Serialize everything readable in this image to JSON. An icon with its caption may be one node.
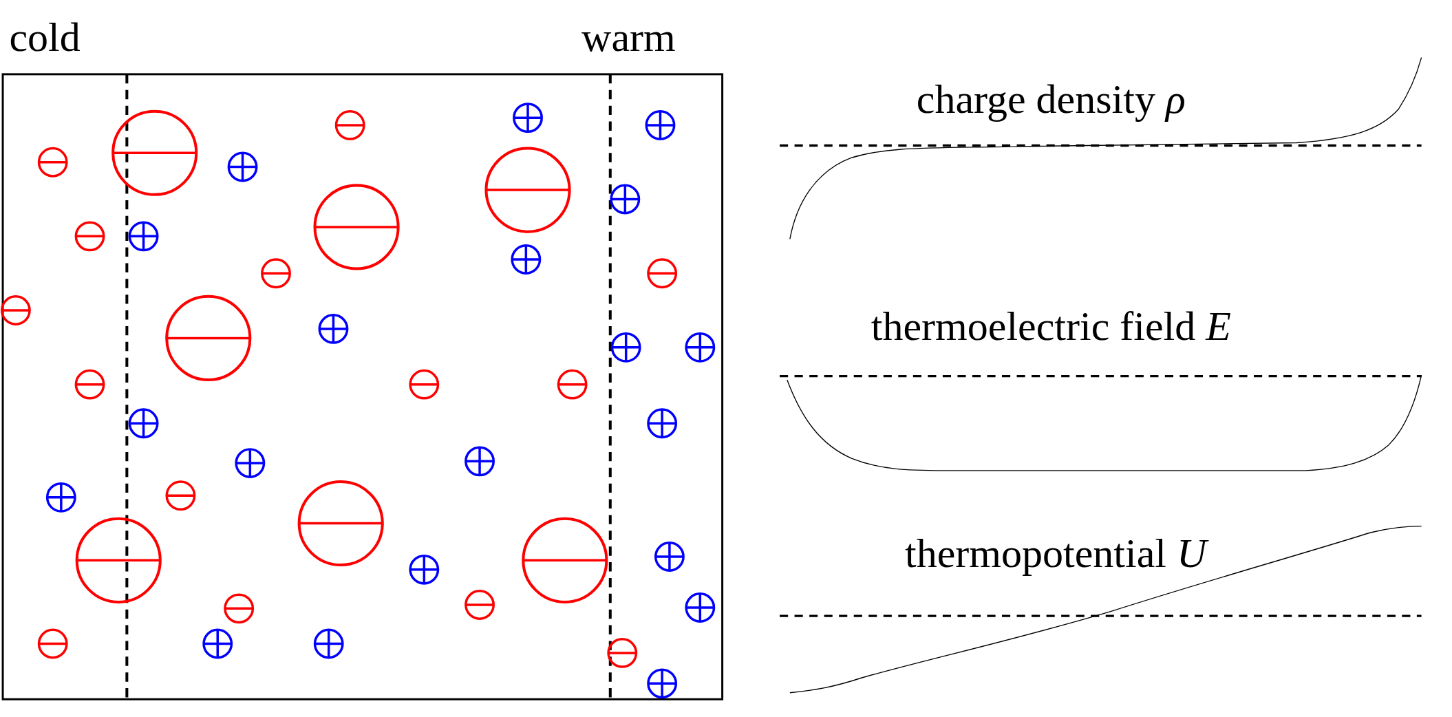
{
  "diagram": {
    "labels": [
      "cold",
      "warm",
      "charge density *ρ*",
      "thermoelectric field *E*",
      "thermopotential *U*"
    ]
  }
}
